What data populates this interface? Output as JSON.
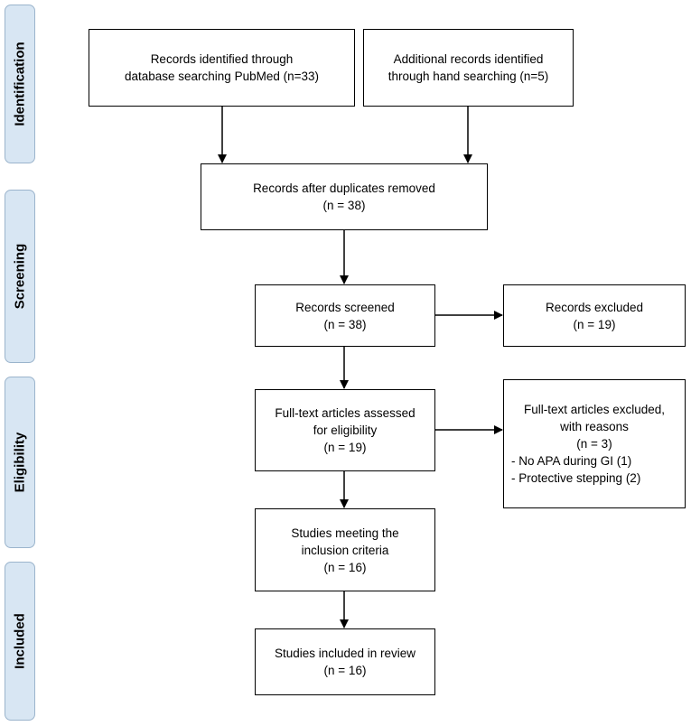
{
  "phases": {
    "identification": "Identification",
    "screening": "Screening",
    "eligibility": "Eligibility",
    "included": "Included"
  },
  "boxes": {
    "database": {
      "line1": "Records identified through",
      "line2": "database searching PubMed (n=33)"
    },
    "hand": {
      "line1": "Additional records identified",
      "line2": "through hand searching (n=5)"
    },
    "duplicates": {
      "line1": "Records after duplicates removed",
      "line2": "(n = 38)"
    },
    "screened": {
      "line1": "Records screened",
      "line2": "(n = 38)"
    },
    "excluded": {
      "line1": "Records excluded",
      "line2": "(n = 19)"
    },
    "fulltext": {
      "line1": "Full-text articles assessed",
      "line2": "for eligibility",
      "line3": "(n = 19)"
    },
    "fulltext_excluded": {
      "line1": "Full-text articles excluded,",
      "line2": "with reasons",
      "line3": "(n = 3)",
      "reasons": [
        "- No APA during GI (1)",
        "- Protective stepping (2)"
      ]
    },
    "meeting": {
      "line1": "Studies meeting the",
      "line2": "inclusion criteria",
      "line3": "(n = 16)"
    },
    "included": {
      "line1": "Studies included in review",
      "line2": "(n = 16)"
    }
  }
}
